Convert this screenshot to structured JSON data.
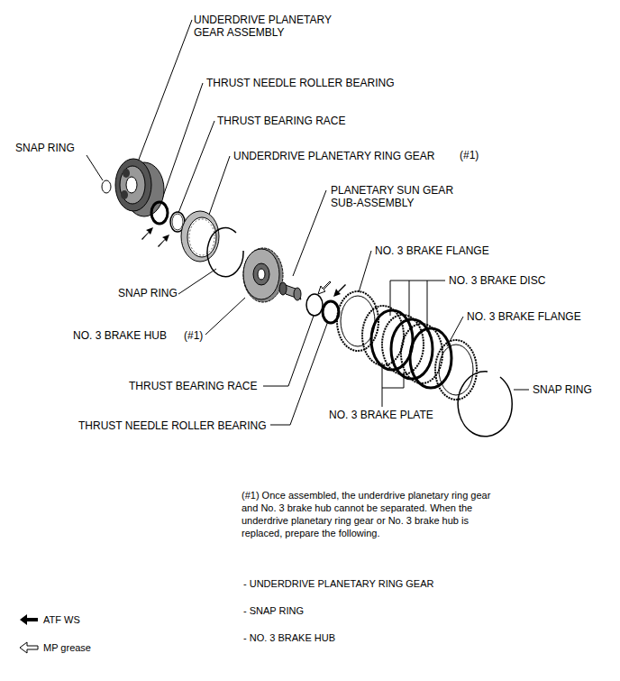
{
  "diagram": {
    "labels": [
      "UNDERDRIVE PLANETARY GEAR ASSEMBLY",
      "THRUST NEEDLE ROLLER BEARING",
      "THRUST BEARING RACE",
      "UNDERDRIVE PLANETARY RING GEAR",
      "(#1)",
      "SNAP RING",
      "PLANETARY SUN GEAR SUB-ASSEMBLY",
      "NO. 3 BRAKE FLANGE",
      "NO. 3 BRAKE DISC",
      "NO. 3 BRAKE FLANGE",
      "SNAP RING",
      "NO. 3 BRAKE HUB",
      "(#1)",
      "SNAP RING",
      "THRUST BEARING RACE",
      "NO. 3 BRAKE PLATE",
      "THRUST NEEDLE ROLLER BEARING",
      "(#1) Once assembled, the underdrive planetary ring gear and No. 3 brake hub cannot be separated. When the underdrive planetary ring gear or No. 3 brake hub is replaced, prepare the following.",
      "- UNDERDRIVE PLANETARY RING GEAR",
      "- SNAP RING",
      "- NO. 3 BRAKE HUB"
    ],
    "legend": [
      {
        "text": "ATF WS"
      },
      {
        "text": "MP grease"
      }
    ]
  }
}
